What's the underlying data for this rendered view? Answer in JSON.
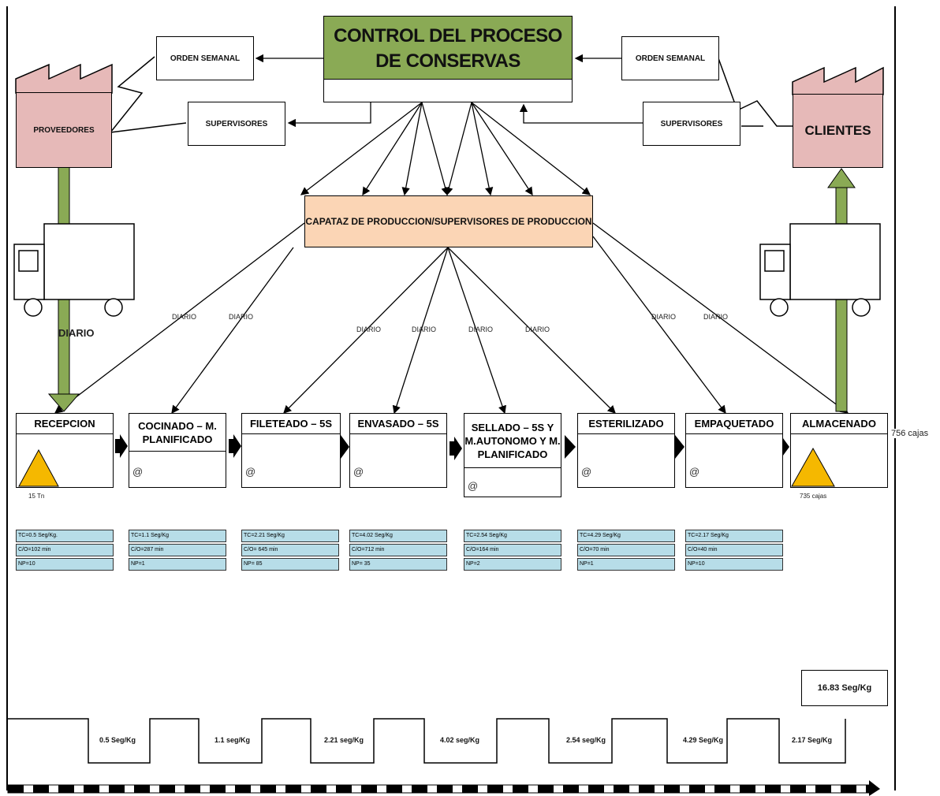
{
  "control": {
    "title": "CONTROL DEL PROCESO DE CONSERVAS"
  },
  "left": {
    "orden": "ORDEN SEMANAL",
    "supervisores": "SUPERVISORES",
    "supplier": "PROVEEDORES",
    "delivery": "DIARIO"
  },
  "right": {
    "orden": "ORDEN SEMANAL",
    "supervisores": "SUPERVISORES",
    "customer": "CLIENTES"
  },
  "capataz": "CAPATAZ DE PRODUCCION/SUPERVISORES DE PRODUCCION",
  "diario_labels": [
    "DIARIO",
    "DIARIO",
    "DIARIO",
    "DIARIO",
    "DIARIO",
    "DIARIO",
    "DIARIO",
    "DIARIO"
  ],
  "processes": [
    {
      "name": "RECEPCION",
      "inventory": "15 Tn"
    },
    {
      "name": "COCINADO – M. PLANIFICADO"
    },
    {
      "name": "FILETEADO – 5S"
    },
    {
      "name": "ENVASADO – 5S"
    },
    {
      "name": "SELLADO – 5S Y M.AUTONOMO Y M. PLANIFICADO"
    },
    {
      "name": "ESTERILIZADO"
    },
    {
      "name": "EMPAQUETADO"
    },
    {
      "name": "ALMACENADO",
      "inventory": "735 cajas"
    }
  ],
  "side_note": "756 cajas",
  "data_boxes": [
    [
      "TC=0.5 Seg/Kg.",
      "C/O=102 min",
      "NP=10"
    ],
    [
      "TC=1.1 Seg/Kg",
      "C/O=287 min",
      "NP=1"
    ],
    [
      "TC=2.21 Seg/Kg",
      "C/O= 645 min",
      "NP= 85"
    ],
    [
      "TC=4.02 Seg/Kg",
      "C/O=712 min",
      "NP= 35"
    ],
    [
      "TC=2.54 Seg/Kg",
      "C/O=164 min",
      "NP=2"
    ],
    [
      "TC=4.29 Seg/Kg",
      "C/O=70 min",
      "NP=1"
    ],
    [
      "TC=2.17 Seg/Kg",
      "C/O=40 min",
      "NP=10"
    ]
  ],
  "timeline": [
    "0.5 Seg/Kg",
    "1.1 seg/Kg",
    "2.21 seg/Kg",
    "4.02 seg/Kg",
    "2.54 seg/Kg",
    "4.29 Seg/Kg",
    "2.17 Seg/Kg"
  ],
  "total": "16.83 Seg/Kg",
  "colors": {
    "control": "#8aaa55",
    "capataz": "#fbd5b5",
    "factory": "#e6b9b8",
    "data": "#b7dde8",
    "arrow": "#8aaa55",
    "inventory": "#f5b800"
  }
}
